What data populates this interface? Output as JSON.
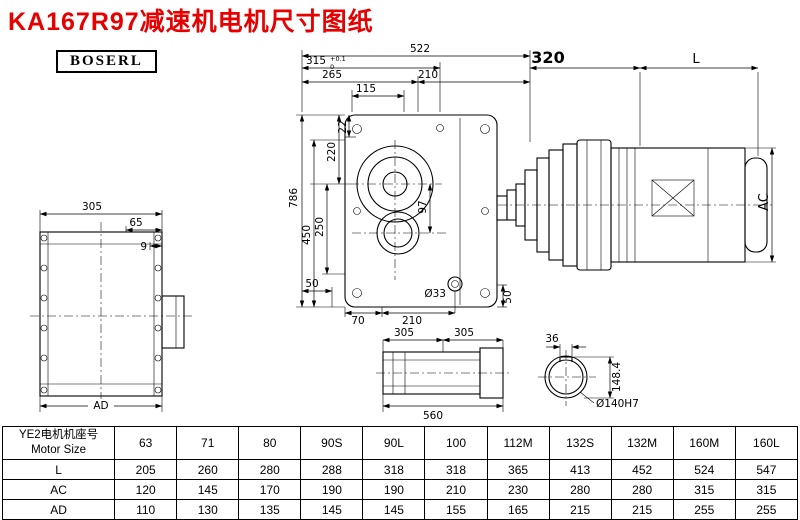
{
  "page": {
    "title": "KA167R97减速机电机尺寸图纸",
    "brand": "BOSERL"
  },
  "front_view": {
    "d522": "522",
    "d315": "315",
    "d315_tol_top": "+0.1",
    "d315_tol_bottom": "0",
    "d265": "265",
    "d210_top": "210",
    "d115": "115",
    "d22": "22",
    "d220": "220",
    "d250": "250",
    "d450": "450",
    "d786": "786",
    "d97": "97",
    "d50_left": "50",
    "d70": "70",
    "d210_bottom": "210",
    "d33": "Ø33",
    "d50_right": "50"
  },
  "motor_view": {
    "d320": "320",
    "dL": "L",
    "dAC": "AC"
  },
  "side_view": {
    "d305": "305",
    "d65": "65",
    "d9": "9",
    "dAD": "AD"
  },
  "shaft_view": {
    "d305_left": "305",
    "d305_right": "305",
    "d560": "560"
  },
  "bore_view": {
    "d36": "36",
    "d148": "148.4",
    "d140": "Ø140H7"
  },
  "table": {
    "header_line1": "YE2电机机座号",
    "header_line2": "Motor Size",
    "sizes": [
      "63",
      "71",
      "80",
      "90S",
      "90L",
      "100",
      "112M",
      "132S",
      "132M",
      "160M",
      "160L"
    ],
    "rows": [
      {
        "label": "L",
        "values": [
          "205",
          "260",
          "280",
          "288",
          "318",
          "318",
          "365",
          "413",
          "452",
          "524",
          "547"
        ]
      },
      {
        "label": "AC",
        "values": [
          "120",
          "145",
          "170",
          "190",
          "190",
          "210",
          "230",
          "280",
          "280",
          "315",
          "315"
        ]
      },
      {
        "label": "AD",
        "values": [
          "110",
          "130",
          "135",
          "145",
          "145",
          "155",
          "165",
          "215",
          "215",
          "255",
          "255"
        ]
      }
    ]
  }
}
